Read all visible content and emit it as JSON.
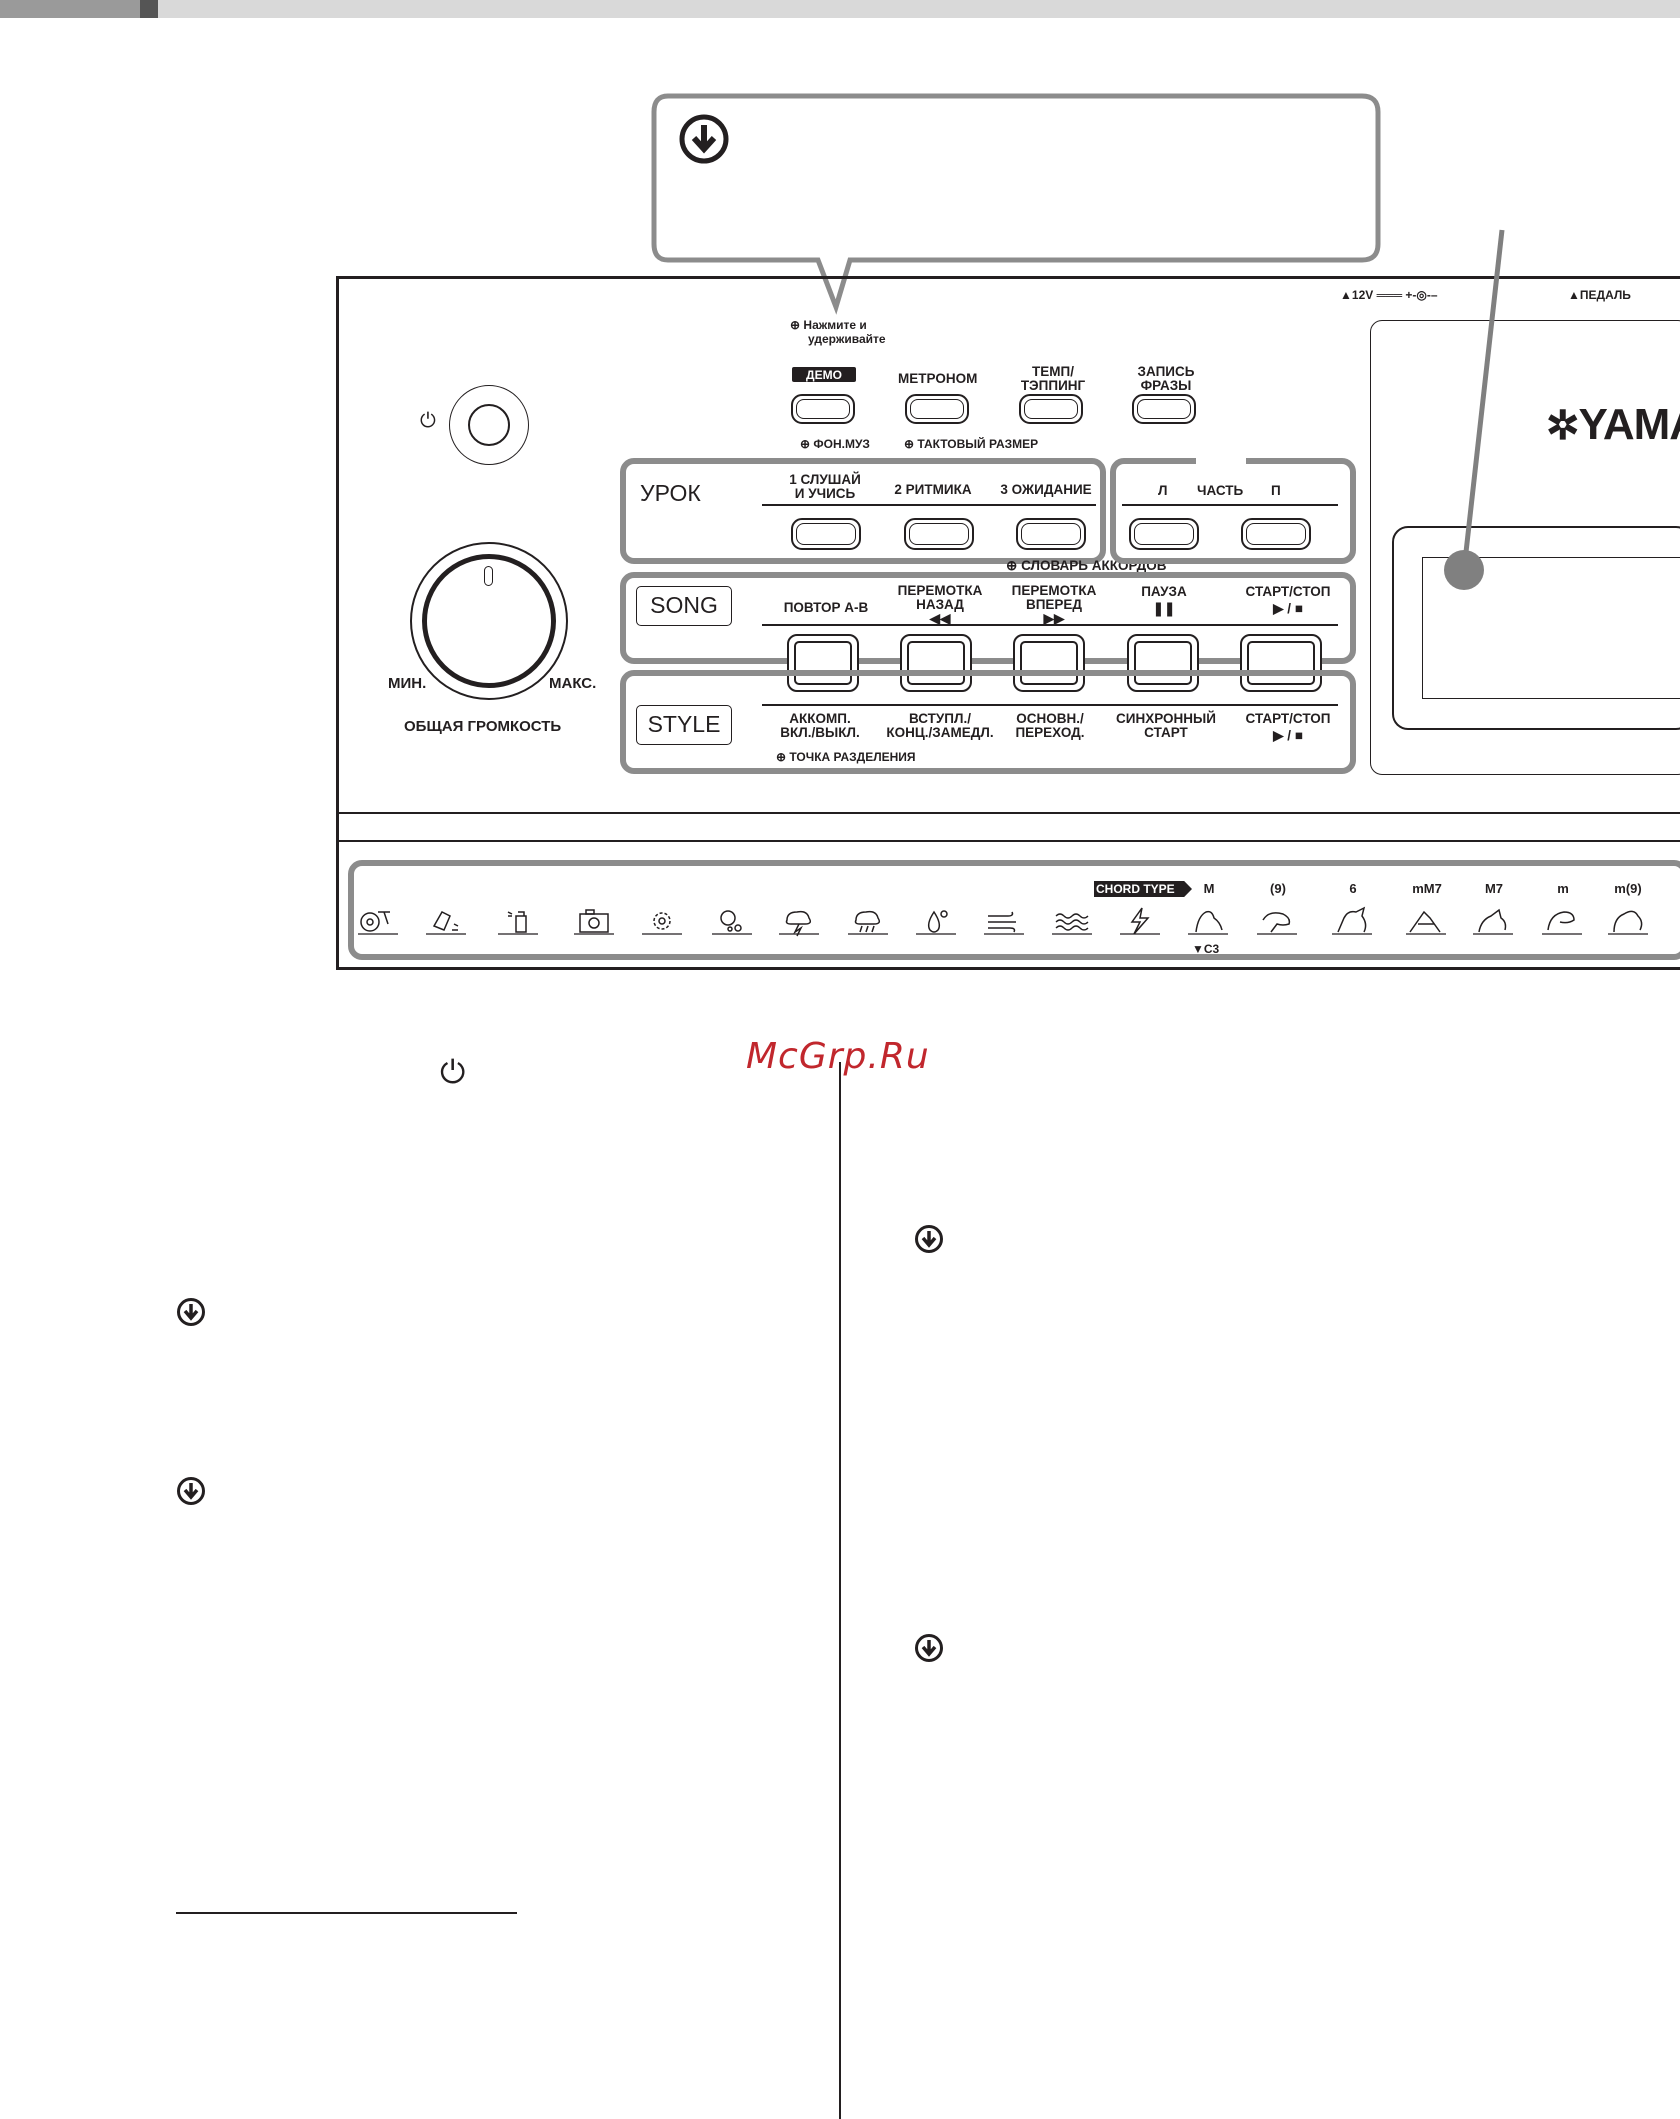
{
  "panel": {
    "hold_note": "Нажмите и удерживайте",
    "hold_note_l1": "Нажмите и",
    "hold_note_l2": "удерживайте",
    "connector_12v": "12V",
    "connector_pedal": "ПЕДАЛЬ",
    "brand": "YAMA",
    "volume": {
      "min": "МИН.",
      "max": "МАКС.",
      "title": "ОБЩАЯ ГРОМКОСТЬ"
    },
    "top_buttons": [
      {
        "label": "ДЕМО",
        "sub": "ФОН.МУЗ"
      },
      {
        "label": "МЕТРОНОМ",
        "sub": "ТАКТОВЫЙ РАЗМЕР"
      },
      {
        "label_l1": "ТЕМП/",
        "label_l2": "ТЭППИНГ"
      },
      {
        "label_l1": "ЗАПИСЬ",
        "label_l2": "ФРАЗЫ"
      }
    ],
    "lesson": {
      "title": "УРОК",
      "buttons": [
        {
          "l1": "1 СЛУШАЙ",
          "l2": "И УЧИСЬ"
        },
        {
          "l1": "2 РИТМИКА"
        },
        {
          "l1": "3 ОЖИДАНИЕ"
        }
      ],
      "sub": "СЛОВАРЬ АККОРДОВ"
    },
    "part": {
      "left": "Л",
      "title": "ЧАСТЬ",
      "right": "П"
    },
    "song": {
      "title": "SONG",
      "buttons": [
        {
          "l1": "ПОВТОР А-В"
        },
        {
          "l1": "ПЕРЕМОТКА",
          "l2": "НАЗАД",
          "l3": "◀◀"
        },
        {
          "l1": "ПЕРЕМОТКА",
          "l2": "ВПЕРЕД",
          "l3": "▶▶"
        },
        {
          "l1": "ПАУЗА",
          "l2": "❚❚"
        },
        {
          "l1": "СТАРТ/СТОП",
          "l2": "▶ / ■"
        }
      ]
    },
    "style": {
      "title": "STYLE",
      "buttons": [
        {
          "l1": "АККОМП.",
          "l2": "ВКЛ./ВЫКЛ."
        },
        {
          "l1": "ВСТУПЛ./",
          "l2": "КОНЦ./ЗАМЕДЛ."
        },
        {
          "l1": "ОСНОВН./",
          "l2": "ПЕРЕХОД."
        },
        {
          "l1": "СИНХРОННЫЙ",
          "l2": "СТАРТ"
        },
        {
          "l1": "СТАРТ/СТОП",
          "l2": "▶ / ■"
        }
      ],
      "sub": "ТОЧКА РАЗДЕЛЕНИЯ"
    },
    "chord_type": {
      "label": "CHORD TYPE",
      "types": [
        "M",
        "(9)",
        "6",
        "mM7",
        "M7",
        "m",
        "m(9)"
      ],
      "c3": "C3"
    },
    "icons": [
      "cd-icon",
      "eraser-icon",
      "spray-icon",
      "camera-icon",
      "gear-icon",
      "bubbles-icon",
      "storm-icon",
      "rain-icon",
      "drops-icon",
      "wind-icon",
      "waves-icon",
      "lightning-icon",
      "animal-c-icon",
      "animal-2-icon",
      "animal-3-icon",
      "animal-4-icon",
      "animal-5-icon",
      "animal-6-icon",
      "animal-7-icon"
    ]
  },
  "watermark": "McGrp.Ru",
  "colors": {
    "group_border": "#8c8c8c",
    "watermark": "#c1272d",
    "callout_border": "#8c8c8c",
    "pointer": "#808080"
  }
}
